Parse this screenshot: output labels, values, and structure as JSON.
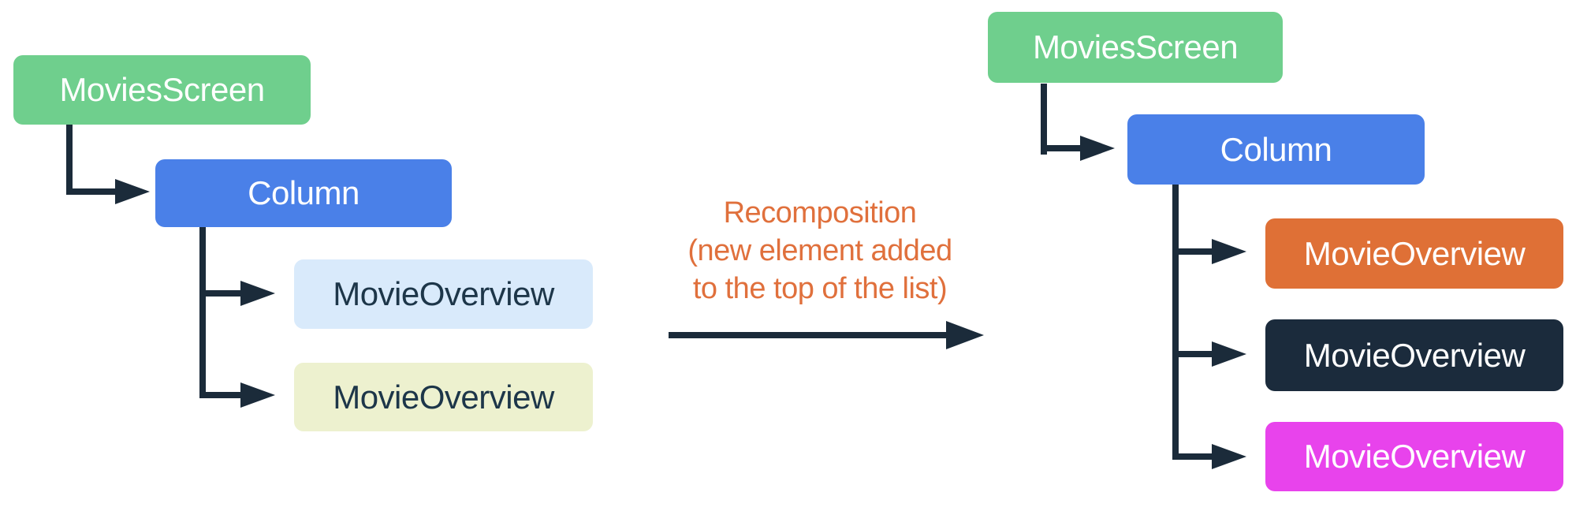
{
  "diagram": {
    "background": "#FFFFFF",
    "connector_color": "#1B2B3A",
    "annotation": {
      "lines": [
        "Recomposition",
        "(new element added",
        "to the top of the list)"
      ],
      "color": "#E0703C"
    },
    "left_tree": {
      "nodes": [
        {
          "label": "MoviesScreen",
          "bg": "#6FCF8D",
          "fg": "#FFFFFF"
        },
        {
          "label": "Column",
          "bg": "#4A80E8",
          "fg": "#FFFFFF"
        },
        {
          "label": "MovieOverview",
          "bg": "#D9EAFB",
          "fg": "#1D3649"
        },
        {
          "label": "MovieOverview",
          "bg": "#EDF1CF",
          "fg": "#1D3649"
        }
      ]
    },
    "right_tree": {
      "nodes": [
        {
          "label": "MoviesScreen",
          "bg": "#6FCF8D",
          "fg": "#FFFFFF"
        },
        {
          "label": "Column",
          "bg": "#4A80E8",
          "fg": "#FFFFFF"
        },
        {
          "label": "MovieOverview",
          "bg": "#DF7036",
          "fg": "#FFFFFF"
        },
        {
          "label": "MovieOverview",
          "bg": "#1B2B3C",
          "fg": "#FFFFFF"
        },
        {
          "label": "MovieOverview",
          "bg": "#E843EC",
          "fg": "#FFFFFF"
        }
      ]
    }
  }
}
